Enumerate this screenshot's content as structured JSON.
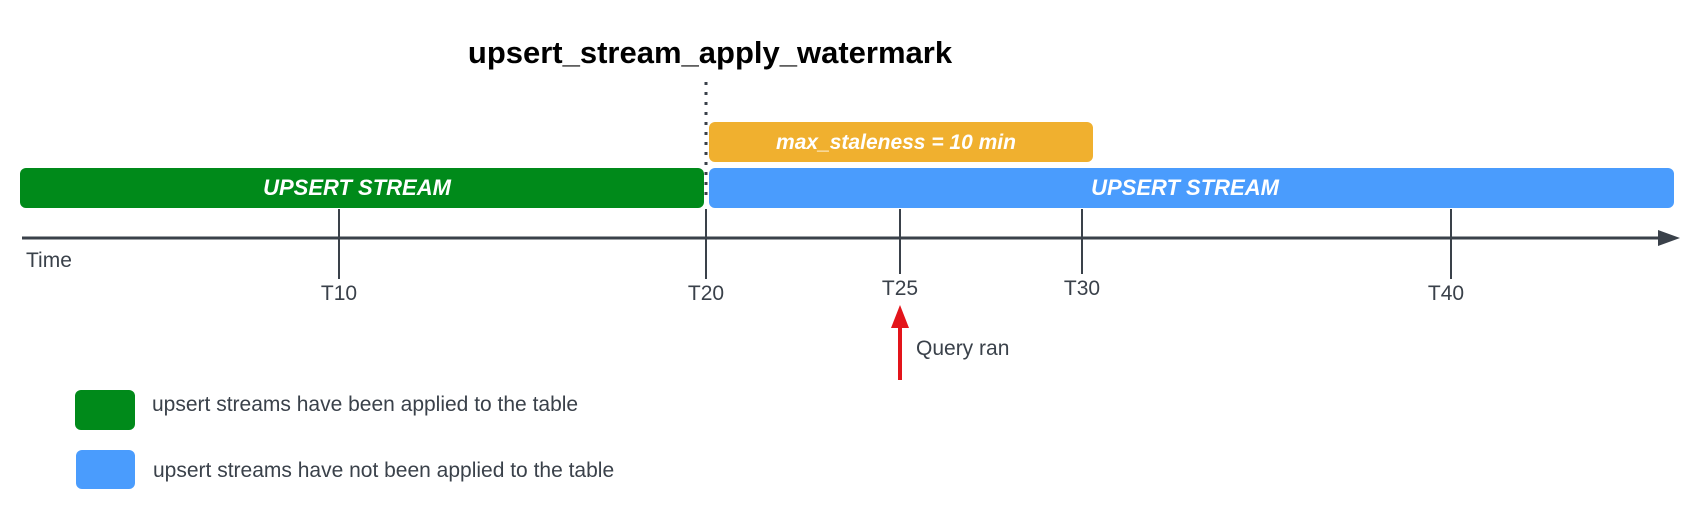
{
  "title": "upsert_stream_apply_watermark",
  "colors": {
    "applied": "#008A1A",
    "not_applied": "#4A9CFD",
    "staleness": "#F0B02F",
    "axis": "#3A414A",
    "arrow": "#E3141A",
    "text": "#3A414A",
    "title": "#000000"
  },
  "bars": {
    "applied_label": "UPSERT STREAM",
    "not_applied_label": "UPSERT STREAM",
    "staleness_label": "max_staleness = 10 min"
  },
  "axis": {
    "label": "Time",
    "ticks": [
      {
        "label": "T10"
      },
      {
        "label": "T20"
      },
      {
        "label": "T25"
      },
      {
        "label": "T30"
      },
      {
        "label": "T40"
      }
    ]
  },
  "query": {
    "label": "Query ran"
  },
  "legend": {
    "applied": "upsert streams have been applied to the table",
    "not_applied": "upsert streams have not been applied to the table"
  }
}
